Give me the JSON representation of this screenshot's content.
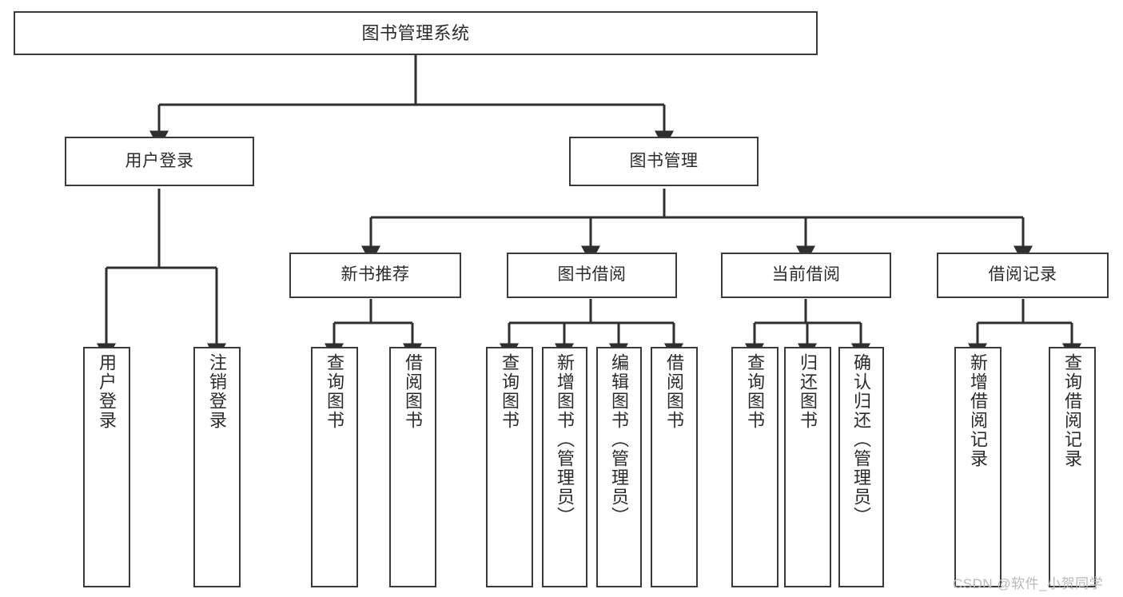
{
  "diagram": {
    "title": "图书管理系统",
    "type": "functional-structure-tree",
    "root": {
      "id": "root",
      "label": "图书管理系统"
    },
    "level1": [
      {
        "id": "user-login",
        "label": "用户登录"
      },
      {
        "id": "book-manage",
        "label": "图书管理"
      }
    ],
    "level2": [
      {
        "id": "new-book-recommend",
        "label": "新书推荐",
        "parent": "book-manage"
      },
      {
        "id": "book-borrow",
        "label": "图书借阅",
        "parent": "book-manage"
      },
      {
        "id": "current-borrow",
        "label": "当前借阅",
        "parent": "book-manage"
      },
      {
        "id": "borrow-record",
        "label": "借阅记录",
        "parent": "book-manage"
      }
    ],
    "leaves": [
      {
        "id": "leaf-user-login",
        "label": "用户登录",
        "parent": "user-login"
      },
      {
        "id": "leaf-logout-login",
        "label": "注销登录",
        "parent": "user-login"
      },
      {
        "id": "leaf-query-book-1",
        "label": "查询图书",
        "parent": "new-book-recommend"
      },
      {
        "id": "leaf-borrow-book-1",
        "label": "借阅图书",
        "parent": "new-book-recommend"
      },
      {
        "id": "leaf-query-book-2",
        "label": "查询图书",
        "parent": "book-borrow"
      },
      {
        "id": "leaf-add-book",
        "label": "新增图书（管理员）",
        "parent": "book-borrow"
      },
      {
        "id": "leaf-edit-book",
        "label": "编辑图书（管理员）",
        "parent": "book-borrow"
      },
      {
        "id": "leaf-borrow-book-2",
        "label": "借阅图书",
        "parent": "book-borrow"
      },
      {
        "id": "leaf-query-book-3",
        "label": "查询图书",
        "parent": "current-borrow"
      },
      {
        "id": "leaf-return-book",
        "label": "归还图书",
        "parent": "current-borrow"
      },
      {
        "id": "leaf-confirm-return",
        "label": "确认归还（管理员）",
        "parent": "current-borrow"
      },
      {
        "id": "leaf-add-record",
        "label": "新增借阅记录",
        "parent": "borrow-record"
      },
      {
        "id": "leaf-query-record",
        "label": "查询借阅记录",
        "parent": "borrow-record"
      }
    ]
  },
  "watermark": {
    "text": "CSDN @软件_小贺同学"
  },
  "colors": {
    "box_border": "#3a3a3a",
    "box_fill": "#ffffff",
    "connector": "#2f2f2f",
    "text": "#2b2b2b",
    "watermark": "#b9b9b9",
    "background": "#ffffff"
  }
}
